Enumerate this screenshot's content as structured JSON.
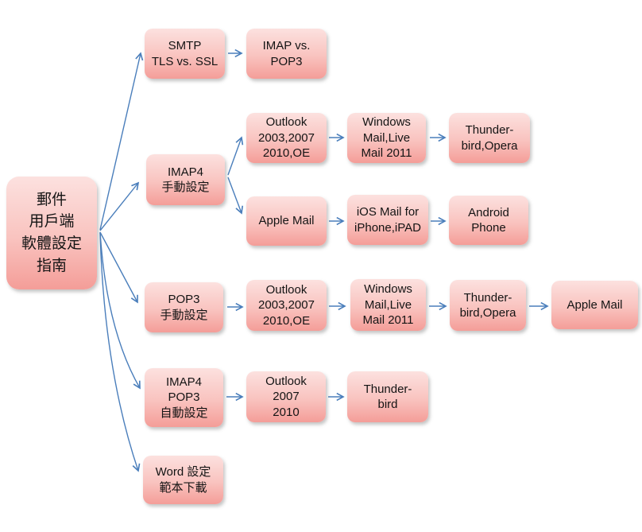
{
  "colors": {
    "background": "#ffffff",
    "node_fill_top": "#fce1df",
    "node_fill_mid": "#f9c3bf",
    "node_fill_bottom": "#f49d98",
    "arrow_blue": "#4a7ebb",
    "text": "#141414"
  },
  "nodes": {
    "root": {
      "label": "郵件\n用戶端\n軟體設定\n指南"
    },
    "smtp": {
      "label": "SMTP\nTLS vs. SSL"
    },
    "imap_vs_pop3": {
      "label": "IMAP vs.\nPOP3"
    },
    "imap4_manual": {
      "label": "IMAP4\n手動設定"
    },
    "outlook_imap": {
      "label": "Outlook\n2003,2007\n2010,OE"
    },
    "windows_mail_imap": {
      "label": "Windows\nMail,Live\nMail 2011"
    },
    "thunderbird_opera_imap": {
      "label": "Thunder-\nbird,Opera"
    },
    "apple_mail_imap": {
      "label": "Apple Mail"
    },
    "ios_mail": {
      "label": "iOS Mail for\niPhone,iPAD"
    },
    "android_phone": {
      "label": "Android\nPhone"
    },
    "pop3_manual": {
      "label": "POP3\n手動設定"
    },
    "outlook_pop3": {
      "label": "Outlook\n2003,2007\n2010,OE"
    },
    "windows_mail_pop3": {
      "label": "Windows\nMail,Live\nMail 2011"
    },
    "thunderbird_opera_pop3": {
      "label": "Thunder-\nbird,Opera"
    },
    "apple_mail_pop3": {
      "label": "Apple Mail"
    },
    "auto_setup": {
      "label": "IMAP4\nPOP3\n自動設定"
    },
    "outlook_auto": {
      "label": "Outlook\n2007\n2010"
    },
    "thunderbird_auto": {
      "label": "Thunder-\nbird"
    },
    "word_template": {
      "label": "Word 設定\n範本下載"
    }
  },
  "edges": [
    {
      "from": "root",
      "to": "smtp"
    },
    {
      "from": "root",
      "to": "imap4_manual"
    },
    {
      "from": "root",
      "to": "pop3_manual"
    },
    {
      "from": "root",
      "to": "auto_setup"
    },
    {
      "from": "root",
      "to": "word_template"
    },
    {
      "from": "smtp",
      "to": "imap_vs_pop3"
    },
    {
      "from": "imap4_manual",
      "to": "outlook_imap"
    },
    {
      "from": "imap4_manual",
      "to": "apple_mail_imap"
    },
    {
      "from": "outlook_imap",
      "to": "windows_mail_imap"
    },
    {
      "from": "windows_mail_imap",
      "to": "thunderbird_opera_imap"
    },
    {
      "from": "apple_mail_imap",
      "to": "ios_mail"
    },
    {
      "from": "ios_mail",
      "to": "android_phone"
    },
    {
      "from": "pop3_manual",
      "to": "outlook_pop3"
    },
    {
      "from": "outlook_pop3",
      "to": "windows_mail_pop3"
    },
    {
      "from": "windows_mail_pop3",
      "to": "thunderbird_opera_pop3"
    },
    {
      "from": "thunderbird_opera_pop3",
      "to": "apple_mail_pop3"
    },
    {
      "from": "auto_setup",
      "to": "outlook_auto"
    },
    {
      "from": "outlook_auto",
      "to": "thunderbird_auto"
    }
  ]
}
